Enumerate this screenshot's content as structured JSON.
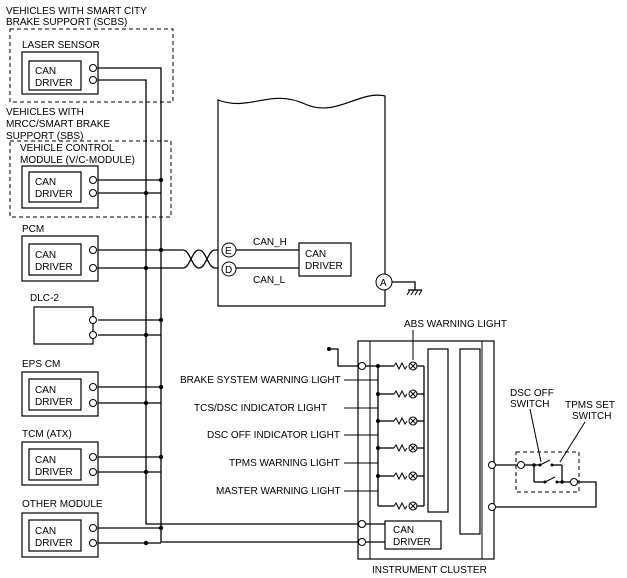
{
  "groups": {
    "scbs": [
      "VEHICLES WITH SMART CITY",
      "BRAKE SUPPORT (SCBS)"
    ],
    "sbs": [
      "VEHICLES WITH",
      "MRCC/SMART BRAKE",
      "SUPPORT (SBS)"
    ]
  },
  "modules": {
    "laser_sensor": "LASER SENSOR",
    "vc_module": [
      "VEHICLE CONTROL",
      "MODULE (V/C-MODULE)"
    ],
    "pcm": "PCM",
    "dlc2": "DLC-2",
    "eps_cm": "EPS CM",
    "tcm": "TCM (ATX)",
    "other": "OTHER MODULE"
  },
  "can_driver": [
    "CAN",
    "DRIVER"
  ],
  "central": {
    "can_h": "CAN_H",
    "can_l": "CAN_L",
    "pin_e": "E",
    "pin_d": "D",
    "pin_a": "A"
  },
  "cluster": {
    "label": "INSTRUMENT CLUSTER",
    "abs_light": "ABS WARNING LIGHT",
    "lights": [
      "BRAKE SYSTEM WARNING LIGHT",
      "TCS/DSC INDICATOR LIGHT",
      "DSC OFF INDICATOR LIGHT",
      "TPMS WARNING LIGHT",
      "MASTER WARNING LIGHT"
    ]
  },
  "switches": {
    "dsc_off": [
      "DSC OFF",
      "SWITCH"
    ],
    "tpms_set": [
      "TPMS SET",
      "SWITCH"
    ]
  }
}
